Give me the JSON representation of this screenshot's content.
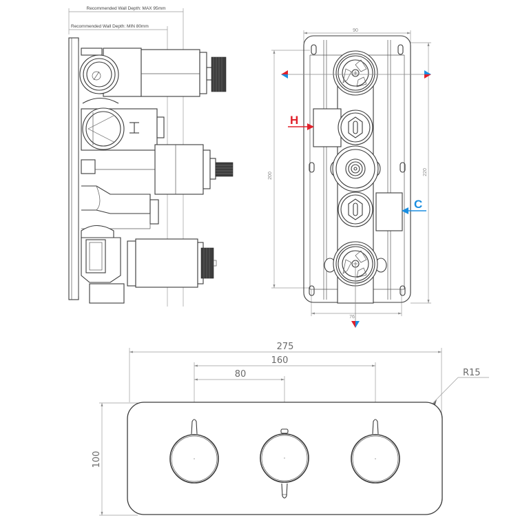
{
  "side_view": {
    "wall_depth_max": "Recommended Wall Depth: MAX 95mm",
    "wall_depth_min": "Recommended Wall Depth: MIN 80mm"
  },
  "front_view": {
    "dim_width": "90",
    "dim_height_left": "200",
    "dim_height_right": "220",
    "dim_bottom": "76",
    "hot_label": "H",
    "cold_label": "C"
  },
  "faceplate": {
    "dim_overall_width": "275",
    "dim_outer_spacing": "160",
    "dim_inner_spacing": "80",
    "dim_height": "100",
    "dim_radius": "R15"
  },
  "colors": {
    "hot": "#e0202a",
    "cold": "#1a8ee0",
    "line": "#3a3a3a",
    "dimension": "#9a9a9a"
  }
}
